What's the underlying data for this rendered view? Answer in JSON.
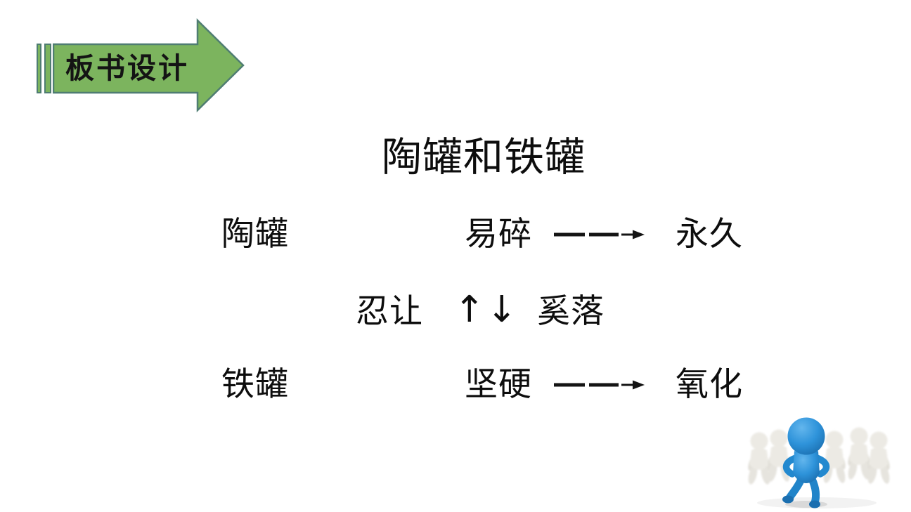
{
  "banner": {
    "label": "板书设计"
  },
  "title": "陶罐和铁罐",
  "diagram": {
    "row1": {
      "left": "陶罐",
      "mid": "易碎",
      "right": "永久"
    },
    "row2": {
      "left": "忍让",
      "up_arrow": "↑",
      "down_arrow": "↓",
      "right": "奚落"
    },
    "row3": {
      "left": "铁罐",
      "mid": "坚硬",
      "right": "氧化"
    }
  },
  "colors": {
    "banner_fill": "#7cb45e",
    "banner_border": "#4f7d72",
    "text": "#0d0d0d",
    "figure_blue": "#2e93da",
    "figure_white": "#e9e7e1"
  }
}
